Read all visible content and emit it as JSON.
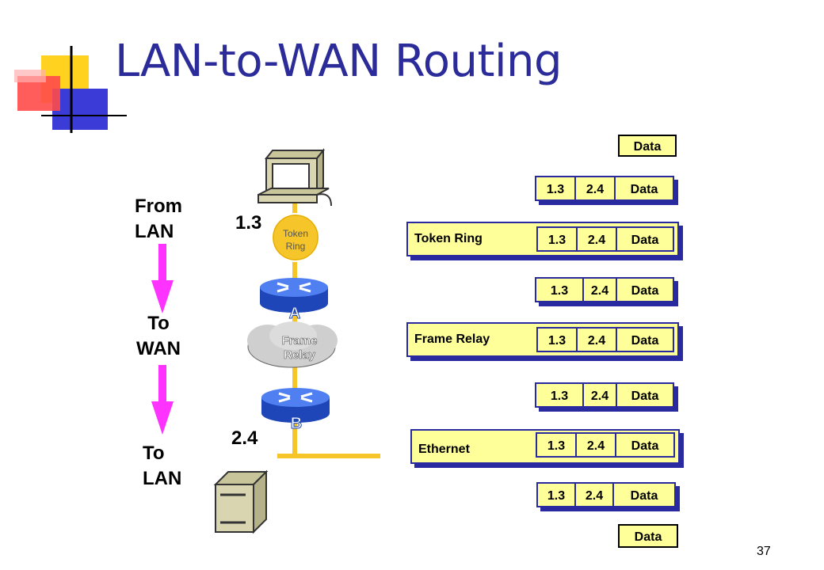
{
  "slide": {
    "title": "LAN-to-WAN Routing",
    "page_number": "37"
  },
  "labels": {
    "from_lan": "From\nLAN",
    "to_wan": "To\nWAN",
    "to_lan": "To\nLAN"
  },
  "network": {
    "source_address": "1.3",
    "destination_address": "2.4",
    "token_ring_label": "Token\nRing",
    "router_a": "A",
    "router_b": "B",
    "frame_relay_label": "Frame\nRelay"
  },
  "packets": {
    "top_data": "Data",
    "packet1": {
      "src": "1.3",
      "dst": "2.4",
      "data": "Data"
    },
    "token_ring_frame": {
      "label": "Token Ring",
      "src": "1.3",
      "dst": "2.4",
      "data": "Data"
    },
    "packet2": {
      "src": "1.3",
      "dst": "2.4",
      "data": "Data"
    },
    "frame_relay_frame": {
      "label": "Frame Relay",
      "src": "1.3",
      "dst": "2.4",
      "data": "Data"
    },
    "packet3": {
      "src": "1.3",
      "dst": "2.4",
      "data": "Data"
    },
    "ethernet_frame": {
      "label": "Ethernet",
      "src": "1.3",
      "dst": "2.4",
      "data": "Data"
    },
    "packet4": {
      "src": "1.3",
      "dst": "2.4",
      "data": "Data"
    },
    "bottom_data": "Data"
  },
  "colors": {
    "title": "#2b2b9a",
    "arrow": "#ff33ff",
    "packet_fill": "#ffff99",
    "packet_border": "#2a2aa0",
    "link": "#f5c52a",
    "router": "#2f5fe0"
  }
}
